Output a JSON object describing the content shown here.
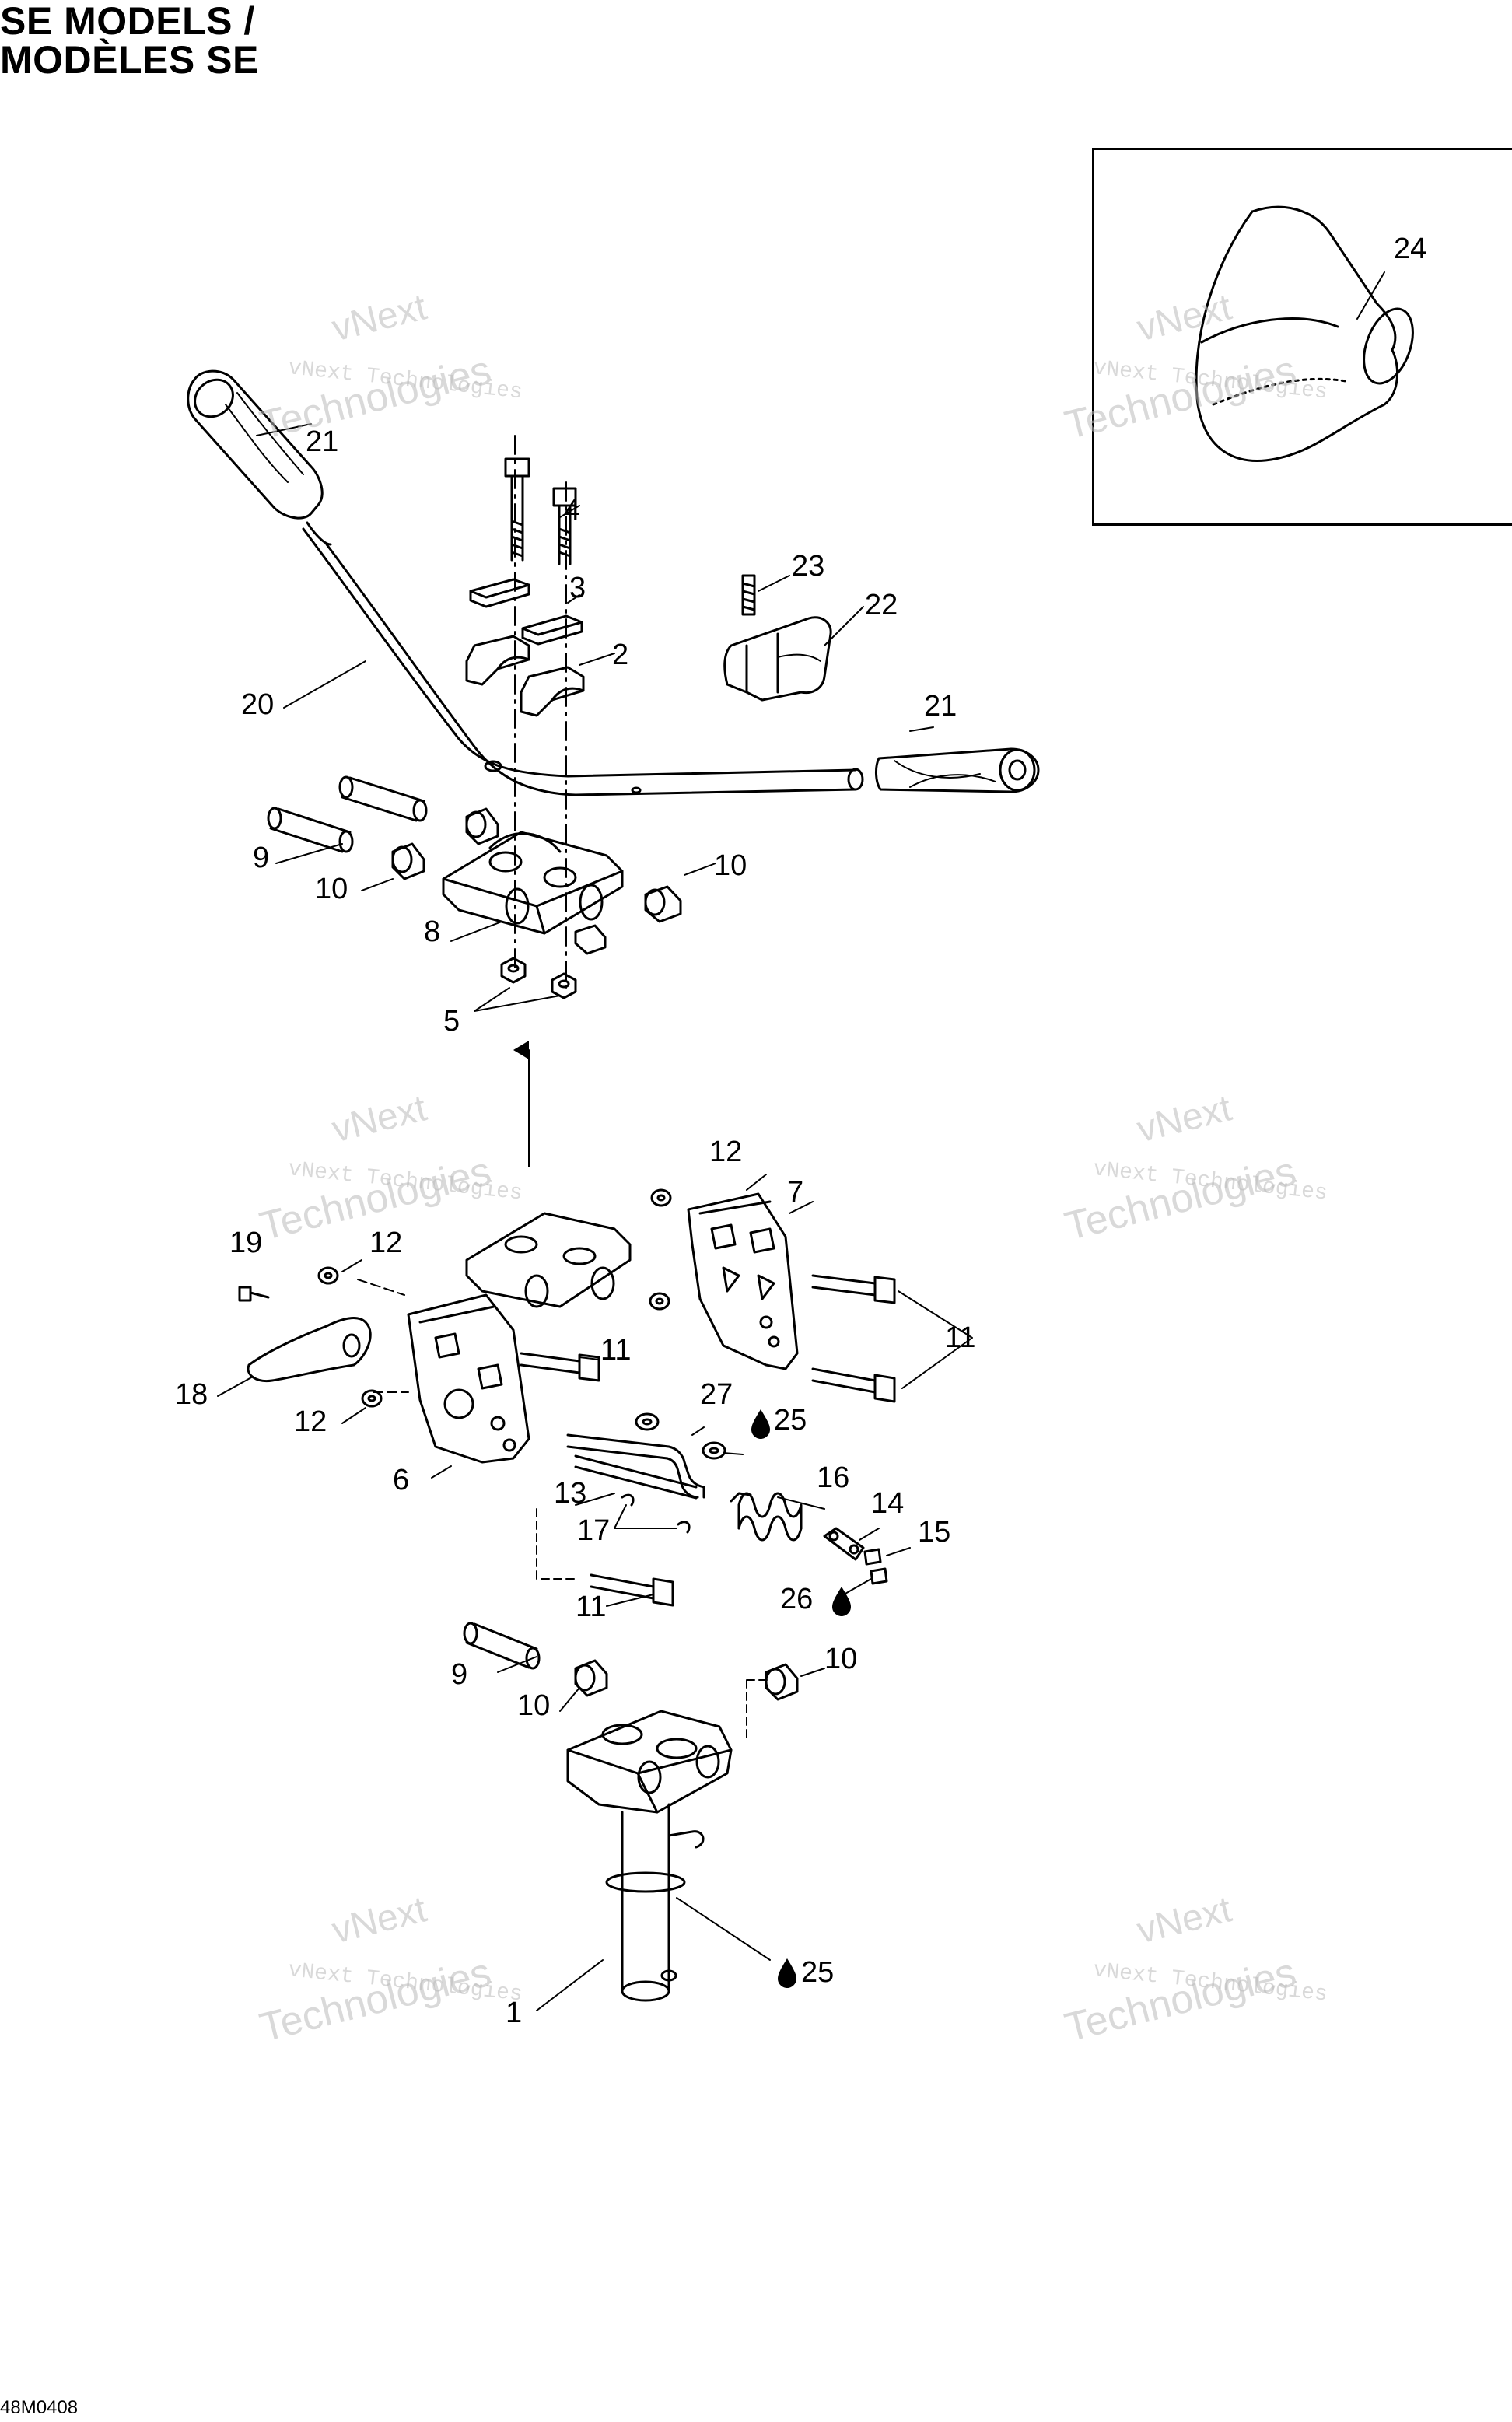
{
  "title": {
    "line1": "SE MODELS /",
    "line2": "MODÈLES SE"
  },
  "drawing_code": "48M0408",
  "watermark": {
    "line1": "vNext Technologies",
    "line2": "vNext",
    "line3": "Technologies"
  },
  "callouts": [
    {
      "id": "c1",
      "label": "1"
    },
    {
      "id": "c2",
      "label": "2"
    },
    {
      "id": "c3",
      "label": "3"
    },
    {
      "id": "c4",
      "label": "4"
    },
    {
      "id": "c5",
      "label": "5"
    },
    {
      "id": "c6",
      "label": "6"
    },
    {
      "id": "c7",
      "label": "7"
    },
    {
      "id": "c8",
      "label": "8"
    },
    {
      "id": "c9a",
      "label": "9"
    },
    {
      "id": "c9b",
      "label": "9"
    },
    {
      "id": "c10a",
      "label": "10"
    },
    {
      "id": "c10b",
      "label": "10"
    },
    {
      "id": "c10c",
      "label": "10"
    },
    {
      "id": "c10d",
      "label": "10"
    },
    {
      "id": "c11a",
      "label": "11"
    },
    {
      "id": "c11b",
      "label": "11"
    },
    {
      "id": "c11c",
      "label": "11"
    },
    {
      "id": "c12a",
      "label": "12"
    },
    {
      "id": "c12b",
      "label": "12"
    },
    {
      "id": "c12c",
      "label": "12"
    },
    {
      "id": "c13",
      "label": "13"
    },
    {
      "id": "c14",
      "label": "14"
    },
    {
      "id": "c15",
      "label": "15"
    },
    {
      "id": "c16",
      "label": "16"
    },
    {
      "id": "c17",
      "label": "17"
    },
    {
      "id": "c18",
      "label": "18"
    },
    {
      "id": "c19",
      "label": "19"
    },
    {
      "id": "c20",
      "label": "20"
    },
    {
      "id": "c21a",
      "label": "21"
    },
    {
      "id": "c21b",
      "label": "21"
    },
    {
      "id": "c22",
      "label": "22"
    },
    {
      "id": "c23",
      "label": "23"
    },
    {
      "id": "c24",
      "label": "24"
    },
    {
      "id": "c25a",
      "label": "25"
    },
    {
      "id": "c25b",
      "label": "25"
    },
    {
      "id": "c26",
      "label": "26"
    },
    {
      "id": "c27",
      "label": "27"
    }
  ],
  "icons": {
    "lubricant": "oil-drop-icon"
  }
}
